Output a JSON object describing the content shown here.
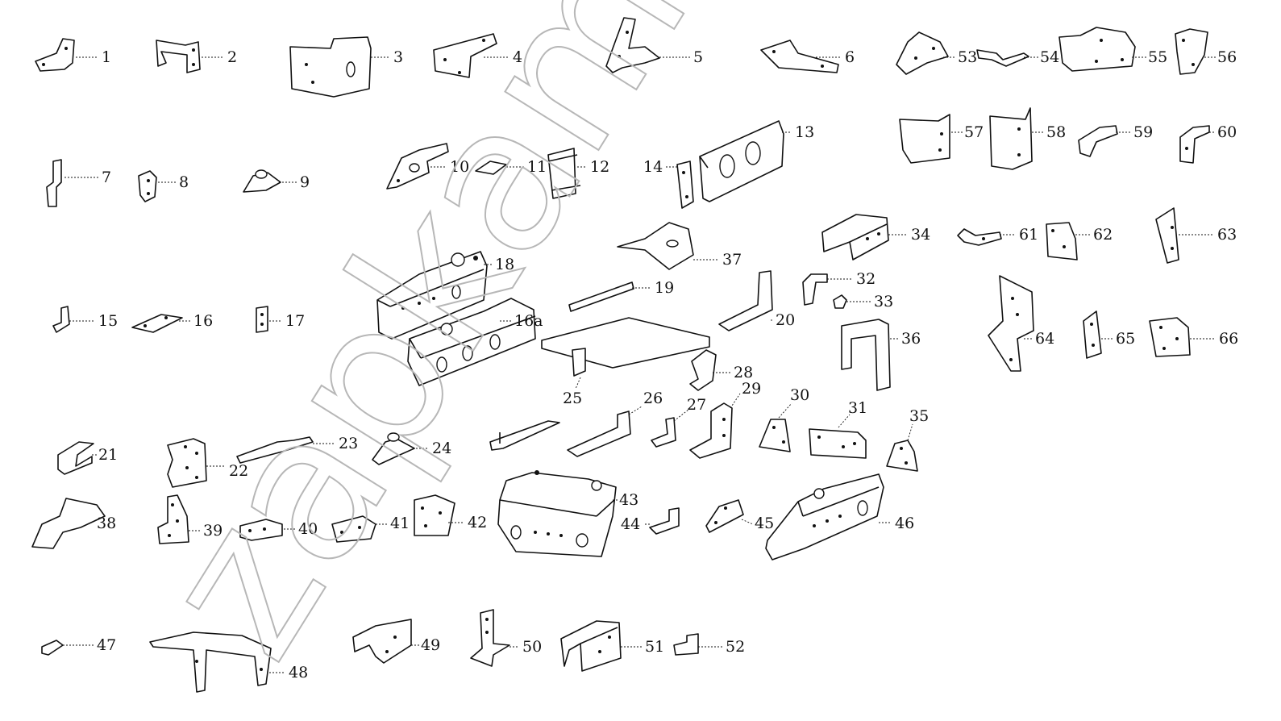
{
  "watermark": "zapkam.ru",
  "colors": {
    "ink": "#111111",
    "watermark": "#b7b7b7",
    "background": "#ffffff"
  },
  "labels": {
    "p1": "1",
    "p2": "2",
    "p3": "3",
    "p4": "4",
    "p5": "5",
    "p6": "6",
    "p7": "7",
    "p8": "8",
    "p9": "9",
    "p10": "10",
    "p11": "11",
    "p12": "12",
    "p13": "13",
    "p14": "14",
    "p15": "15",
    "p16": "16",
    "p16a": "16a",
    "p17": "17",
    "p18": "18",
    "p19": "19",
    "p20": "20",
    "p21": "21",
    "p22": "22",
    "p23": "23",
    "p24": "24",
    "p25": "25",
    "p26": "26",
    "p27": "27",
    "p28": "28",
    "p29": "29",
    "p30": "30",
    "p31": "31",
    "p32": "32",
    "p33": "33",
    "p34": "34",
    "p35": "35",
    "p36": "36",
    "p37": "37",
    "p38": "38",
    "p39": "39",
    "p40": "40",
    "p41": "41",
    "p42": "42",
    "p43": "43",
    "p44": "44",
    "p45": "45",
    "p46": "46",
    "p47": "47",
    "p48": "48",
    "p49": "49",
    "p50": "50",
    "p51": "51",
    "p52": "52",
    "p53": "53",
    "p54": "54",
    "p55": "55",
    "p56": "56",
    "p57": "57",
    "p58": "58",
    "p59": "59",
    "p60": "60",
    "p61": "61",
    "p62": "62",
    "p63": "63",
    "p64": "64",
    "p65": "65",
    "p66": "66"
  }
}
